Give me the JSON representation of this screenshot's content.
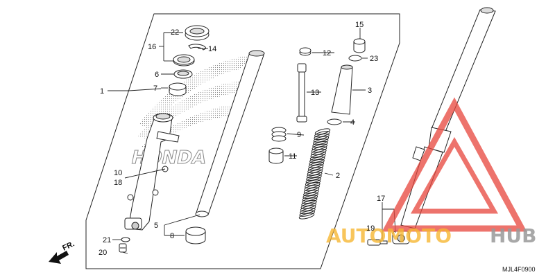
{
  "labels": {
    "p1": "1",
    "p2": "2",
    "p3": "3",
    "p4": "4",
    "p5": "5",
    "p6": "6",
    "p7": "7",
    "p8": "8",
    "p9": "9",
    "p10": "10",
    "p11": "11",
    "p12": "12",
    "p13": "13",
    "p14": "14",
    "p15": "15",
    "p16": "16",
    "p17": "17",
    "p18": "18",
    "p19": "19",
    "p20": "20",
    "p21": "21",
    "p22": "22",
    "p23": "23"
  },
  "direction": "FR.",
  "diagram_code": "MJL4F0900",
  "brand_watermark": "HONDA",
  "site_watermark": {
    "part1": "AUTOMOTO",
    "part2": "HUB"
  },
  "colors": {
    "watermark_orange": "#f7b733",
    "watermark_gray": "#9a9a9a",
    "watermark_red": "#e8453c",
    "line": "#222222"
  }
}
